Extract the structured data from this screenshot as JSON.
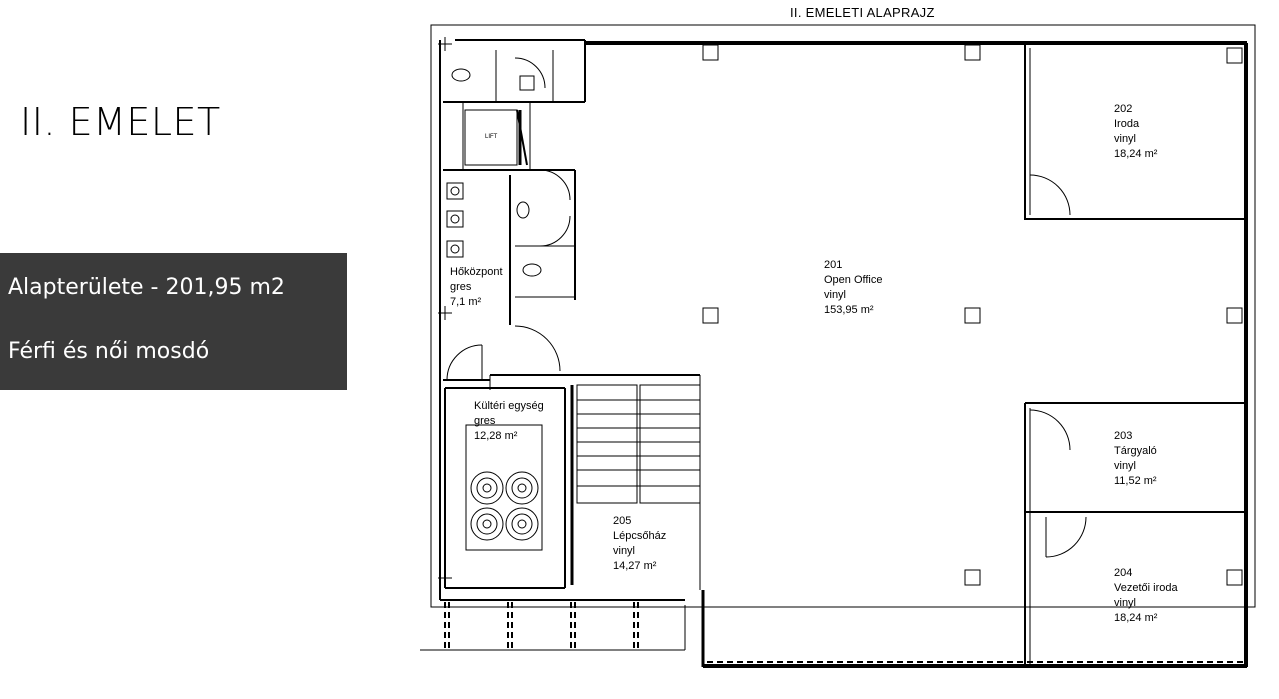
{
  "floor_heading": "II. EMELET",
  "info": {
    "area_line": "Alapterülete  -  201,95 m2",
    "washroom_line": "Férfi és női mosdó"
  },
  "plan_title": "II. EMELETI  ALAPRAJZ",
  "lift_label": "LIFT",
  "rooms": [
    {
      "id": "201",
      "lines": [
        "201",
        "Open Office",
        "vinyl",
        "153,95 m²"
      ]
    },
    {
      "id": "202",
      "lines": [
        "202",
        "Iroda",
        "vinyl",
        "18,24 m²"
      ]
    },
    {
      "id": "203",
      "lines": [
        "203",
        "Tárgyaló",
        "vinyl",
        "11,52 m²"
      ]
    },
    {
      "id": "204",
      "lines": [
        "204",
        "Vezetői iroda",
        "vinyl",
        "18,24 m²"
      ]
    },
    {
      "id": "205",
      "lines": [
        "205",
        "Lépcsőház",
        "vinyl",
        "14,27 m²"
      ]
    },
    {
      "id": "hokozpont",
      "lines": [
        "Hőközpont",
        "gres",
        "7,1 m²"
      ]
    },
    {
      "id": "kulteri",
      "lines": [
        "Kültéri egység",
        "gres",
        "12,28 m²"
      ]
    }
  ],
  "colors": {
    "wall": "#000000",
    "infobox_bg": "#3a3a3a",
    "infobox_text": "#ffffff"
  }
}
